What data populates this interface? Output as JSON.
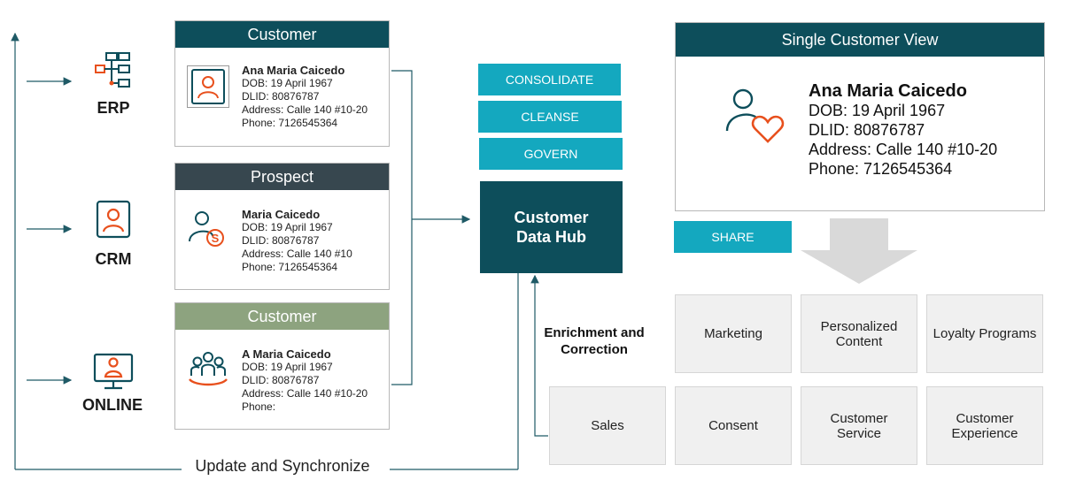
{
  "sources": [
    {
      "label": "ERP",
      "icon": "erp-hierarchy-icon"
    },
    {
      "label": "CRM",
      "icon": "crm-contact-icon"
    },
    {
      "label": "ONLINE",
      "icon": "online-monitor-icon"
    }
  ],
  "cards": [
    {
      "header": "Customer",
      "header_color": "#0d4e5b",
      "icon": "contact-card-icon",
      "name": "Ana Maria Caicedo",
      "dob": "DOB: 19 April 1967",
      "dlid": "DLID: 80876787",
      "address": "Address: Calle 140 #10-20",
      "phone": "Phone: 7126545364"
    },
    {
      "header": "Prospect",
      "header_color": "#37474f",
      "icon": "person-dollar-icon",
      "name": "Maria Caicedo",
      "dob": "DOB: 19 April 1967",
      "dlid": "DLID: 80876787",
      "address": "Address: Calle 140 #10",
      "phone": "Phone: 7126545364"
    },
    {
      "header": "Customer",
      "header_color": "#8da37f",
      "icon": "group-people-icon",
      "name": "A Maria Caicedo",
      "dob": "DOB: 19 April 1967",
      "dlid": "DLID: 80876787",
      "address": "Address: Calle 140 #10-20",
      "phone": "Phone:"
    }
  ],
  "process_steps": [
    "CONSOLIDATE",
    "CLEANSE",
    "GOVERN"
  ],
  "hub": {
    "line1": "Customer",
    "line2": "Data Hub"
  },
  "enrichment": {
    "line1": "Enrichment and",
    "line2": "Correction"
  },
  "sync_label": "Update and Synchronize",
  "single_view": {
    "header": "Single Customer View",
    "icon": "person-heart-icon",
    "name": "Ana Maria Caicedo",
    "dob": "DOB: 19 April 1967",
    "dlid": "DLID: 80876787",
    "address": "Address: Calle 140 #10-20",
    "phone": "Phone: 7126545364"
  },
  "share_label": "SHARE",
  "tiles_top": [
    {
      "line1": "Marketing",
      "line2": ""
    },
    {
      "line1": "Personalized",
      "line2": "Content"
    },
    {
      "line1": "Loyalty Programs",
      "line2": ""
    }
  ],
  "tiles_bottom": [
    {
      "line1": "Sales",
      "line2": ""
    },
    {
      "line1": "Consent",
      "line2": ""
    },
    {
      "line1": "Customer",
      "line2": "Service"
    },
    {
      "line1": "Customer",
      "line2": "Experience"
    }
  ],
  "colors": {
    "accent": "#e8501d",
    "dark_teal": "#0d4e5b",
    "teal": "#14a8bf",
    "line": "#1f5a66"
  }
}
